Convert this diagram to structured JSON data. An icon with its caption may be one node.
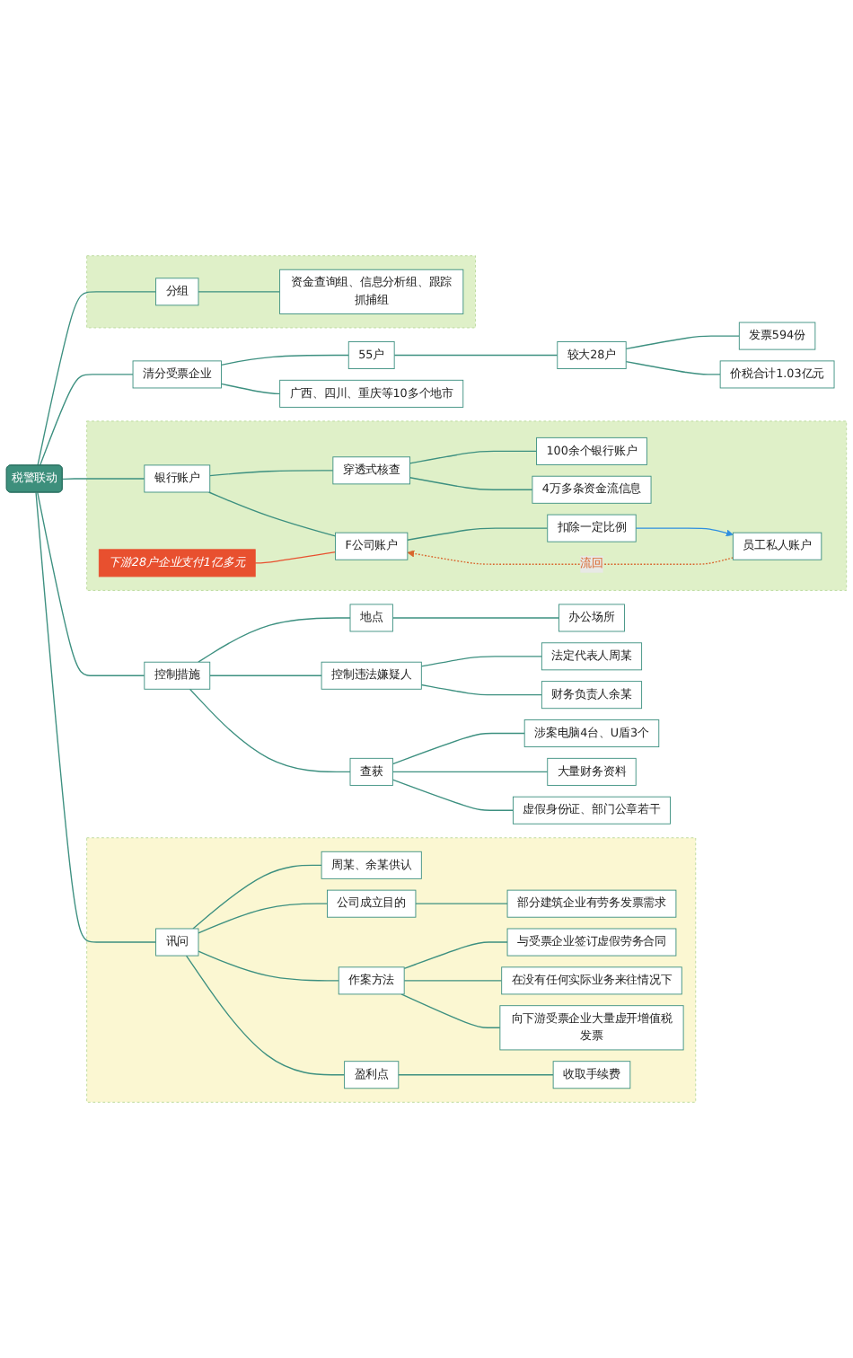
{
  "diagram": {
    "nodes": [
      {
        "text": [
          "税警联动"
        ]
      },
      {
        "text": [],
        "shape": "cloud"
      },
      {
        "text": [
          "分组"
        ],
        "in": 1
      },
      {
        "text": [
          "资金查询组、信息分析组、跟踪抓捕组"
        ],
        "in": 1
      },
      {
        "text": [
          "清分受票企业"
        ]
      },
      {
        "text": [
          "55户"
        ]
      },
      {
        "text": [
          "较大28户"
        ]
      },
      {
        "text": [
          "发票594份"
        ]
      },
      {
        "text": [
          "价税合计1.03亿元"
        ]
      },
      {
        "text": [
          "广西、四川、重庆等10多个地市"
        ]
      },
      {
        "text": [],
        "shape": "cloud"
      },
      {
        "text": [
          "银行账户"
        ],
        "in": 10
      },
      {
        "text": [
          "穿透式核查"
        ],
        "in": 10
      },
      {
        "text": [
          "100余个银行账户"
        ],
        "in": 10
      },
      {
        "text": [
          "4万多条资金流信息"
        ],
        "in": 10
      },
      {
        "text": [
          "下游28户企业支付1亿多元"
        ],
        "in": 10
      },
      {
        "text": [
          "F公司账户"
        ],
        "in": 10
      },
      {
        "text": [
          "扣除一定比例"
        ],
        "in": 10
      },
      {
        "text": [
          "员工私人账户"
        ],
        "in": 10
      },
      {
        "text": [
          "控制措施"
        ]
      },
      {
        "text": [
          "地点"
        ]
      },
      {
        "text": [
          "办公场所"
        ]
      },
      {
        "text": [
          "控制违法嫌疑人"
        ]
      },
      {
        "text": [
          "法定代表人周某"
        ]
      },
      {
        "text": [
          "财务负责人余某"
        ]
      },
      {
        "text": [
          "查获"
        ]
      },
      {
        "text": [
          "涉案电脑4台、U盾3个"
        ]
      },
      {
        "text": [
          "大量财务资料"
        ]
      },
      {
        "text": [
          "虚假身份证、部门公章若干"
        ]
      },
      {
        "text": [],
        "shape": "cloud"
      },
      {
        "text": [
          "讯问"
        ],
        "in": 29
      },
      {
        "text": [
          "周某、余某供认"
        ],
        "in": 29
      },
      {
        "text": [
          "公司成立目的"
        ],
        "in": 29
      },
      {
        "text": [
          "部分建筑企业有劳务发票需求"
        ],
        "in": 29
      },
      {
        "text": [
          "作案方法"
        ],
        "in": 29
      },
      {
        "text": [
          "与受票企业签订虚假劳务合同"
        ],
        "in": 29
      },
      {
        "text": [
          "在没有任何实际业务来往情况下"
        ],
        "in": 29
      },
      {
        "text": [
          "向下游受票企业大量虚开增值税发票"
        ],
        "in": 29
      },
      {
        "text": [
          "盈利点"
        ],
        "in": 29
      },
      {
        "text": [
          "收取手续费"
        ],
        "in": 29
      }
    ],
    "edges": [
      {
        "from": 0,
        "to": 2,
        "arrow": "none"
      },
      {
        "from": 2,
        "to": 3,
        "arrow": "none"
      },
      {
        "from": 0,
        "to": 4,
        "arrow": "none"
      },
      {
        "from": 4,
        "to": 5,
        "arrow": "none"
      },
      {
        "from": 5,
        "to": 6,
        "arrow": "none"
      },
      {
        "from": 6,
        "to": 7,
        "arrow": "none"
      },
      {
        "from": 6,
        "to": 8,
        "arrow": "none"
      },
      {
        "from": 4,
        "to": 9,
        "arrow": "none"
      },
      {
        "from": 0,
        "to": 11,
        "arrow": "none"
      },
      {
        "from": 11,
        "to": 12,
        "arrow": "none"
      },
      {
        "from": 12,
        "to": 13,
        "arrow": "none"
      },
      {
        "from": 12,
        "to": 14,
        "arrow": "none"
      },
      {
        "from": 11,
        "to": 16,
        "arrow": "none"
      },
      {
        "from": 15,
        "to": 16,
        "arrow": "none",
        "color": "#e8502f"
      },
      {
        "from": 16,
        "to": 17,
        "arrow": "none"
      },
      {
        "from": 17,
        "to": 18,
        "arrow": "to",
        "color": "#2f8fe0"
      },
      {
        "from": 18,
        "to": 16,
        "arrow": "to",
        "label": "流回",
        "style": "dashed",
        "color": "#d9662e"
      },
      {
        "from": 0,
        "to": 19,
        "arrow": "none"
      },
      {
        "from": 19,
        "to": 20,
        "arrow": "none"
      },
      {
        "from": 20,
        "to": 21,
        "arrow": "none"
      },
      {
        "from": 19,
        "to": 22,
        "arrow": "none"
      },
      {
        "from": 22,
        "to": 23,
        "arrow": "none"
      },
      {
        "from": 22,
        "to": 24,
        "arrow": "none"
      },
      {
        "from": 19,
        "to": 25,
        "arrow": "none"
      },
      {
        "from": 25,
        "to": 26,
        "arrow": "none"
      },
      {
        "from": 25,
        "to": 27,
        "arrow": "none"
      },
      {
        "from": 25,
        "to": 28,
        "arrow": "none"
      },
      {
        "from": 0,
        "to": 30,
        "arrow": "none"
      },
      {
        "from": 30,
        "to": 31,
        "arrow": "none"
      },
      {
        "from": 30,
        "to": 32,
        "arrow": "none"
      },
      {
        "from": 32,
        "to": 33,
        "arrow": "none"
      },
      {
        "from": 30,
        "to": 34,
        "arrow": "none"
      },
      {
        "from": 34,
        "to": 35,
        "arrow": "none"
      },
      {
        "from": 34,
        "to": 36,
        "arrow": "none"
      },
      {
        "from": 34,
        "to": 37,
        "arrow": "none"
      },
      {
        "from": 30,
        "to": 38,
        "arrow": "none"
      },
      {
        "from": 38,
        "to": 39,
        "arrow": "none"
      }
    ]
  }
}
